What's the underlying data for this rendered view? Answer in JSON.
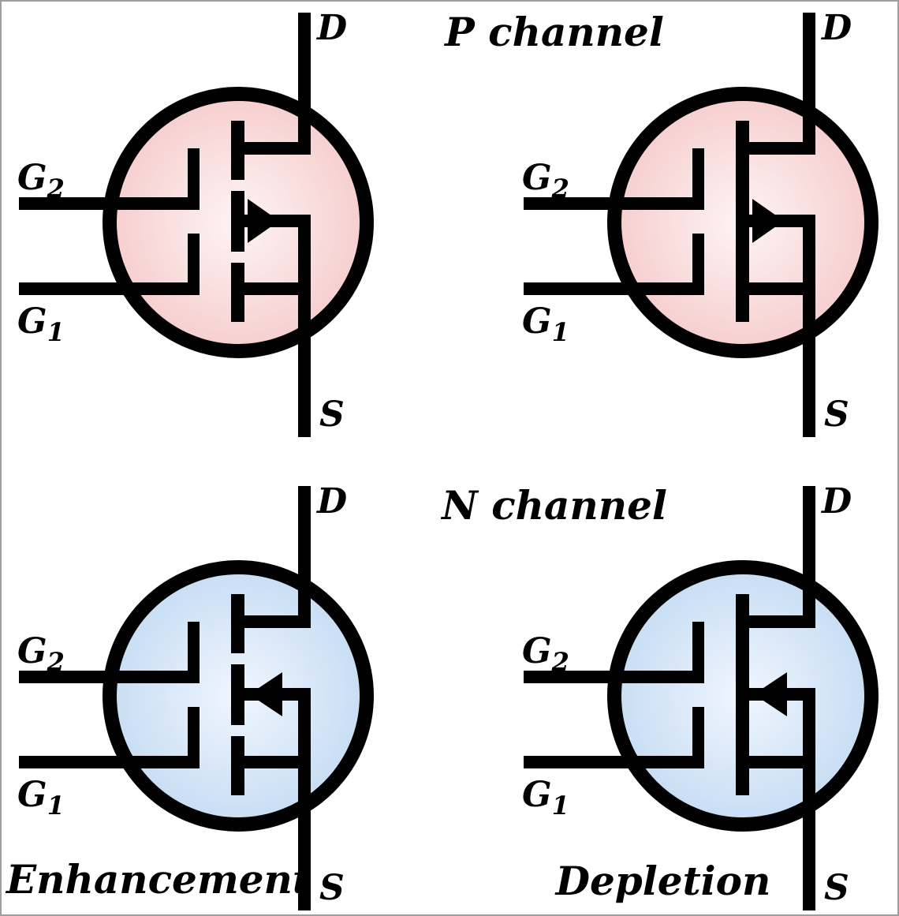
{
  "figure": {
    "background_color": "#ffffff",
    "frame_color": "#9e9e9e",
    "line_color": "#000000",
    "row_labels": [
      {
        "text": "P channel",
        "color": "#e81717"
      },
      {
        "text": "N channel",
        "color": "#1b1bce"
      }
    ],
    "mode_labels": [
      {
        "text": "Enhancement",
        "color": "#000000"
      },
      {
        "text": "Depletion",
        "color": "#000000"
      }
    ],
    "fills": {
      "p_center": "#fdf4f4",
      "p_edge": "#f6caca",
      "n_center": "#f0f6fd",
      "n_edge": "#c3daf3"
    },
    "symbols": [
      {
        "variant": "p-channel-enhancement",
        "channel_style": "dashed",
        "arrow_direction": "right",
        "drain": "D",
        "source": "S",
        "gate2": {
          "letter": "G",
          "sub": "2"
        },
        "gate1": {
          "letter": "G",
          "sub": "1"
        }
      },
      {
        "variant": "p-channel-depletion",
        "channel_style": "solid",
        "arrow_direction": "right",
        "drain": "D",
        "source": "S",
        "gate2": {
          "letter": "G",
          "sub": "2"
        },
        "gate1": {
          "letter": "G",
          "sub": "1"
        }
      },
      {
        "variant": "n-channel-enhancement",
        "channel_style": "dashed",
        "arrow_direction": "left",
        "drain": "D",
        "source": "S",
        "gate2": {
          "letter": "G",
          "sub": "2"
        },
        "gate1": {
          "letter": "G",
          "sub": "1"
        }
      },
      {
        "variant": "n-channel-depletion",
        "channel_style": "solid",
        "arrow_direction": "left",
        "drain": "D",
        "source": "S",
        "gate2": {
          "letter": "G",
          "sub": "2"
        },
        "gate1": {
          "letter": "G",
          "sub": "1"
        }
      }
    ]
  }
}
